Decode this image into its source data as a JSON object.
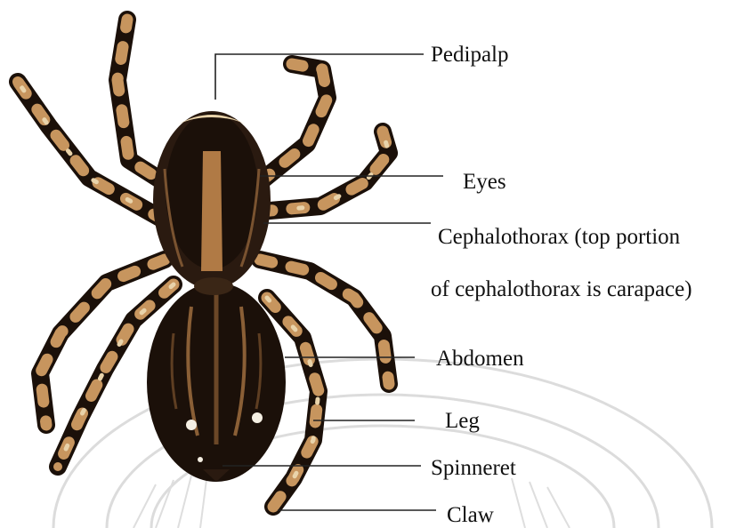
{
  "colors": {
    "body": "#1b1009",
    "tan": "#c7955e",
    "highlight": "#e9d3aa",
    "white_spot": "#f5efe3",
    "leader_line": "#222222",
    "watermark": "#dcdcdc"
  },
  "labels": {
    "pedipalp": "Pedipalp",
    "eyes": "Eyes",
    "cephalothorax_line1": "Cephalothorax (top portion",
    "cephalothorax_line2": "of cephalothorax is  carapace)",
    "abdomen": "Abdomen",
    "leg": "Leg",
    "spinneret": "Spinneret",
    "claw": "Claw"
  }
}
